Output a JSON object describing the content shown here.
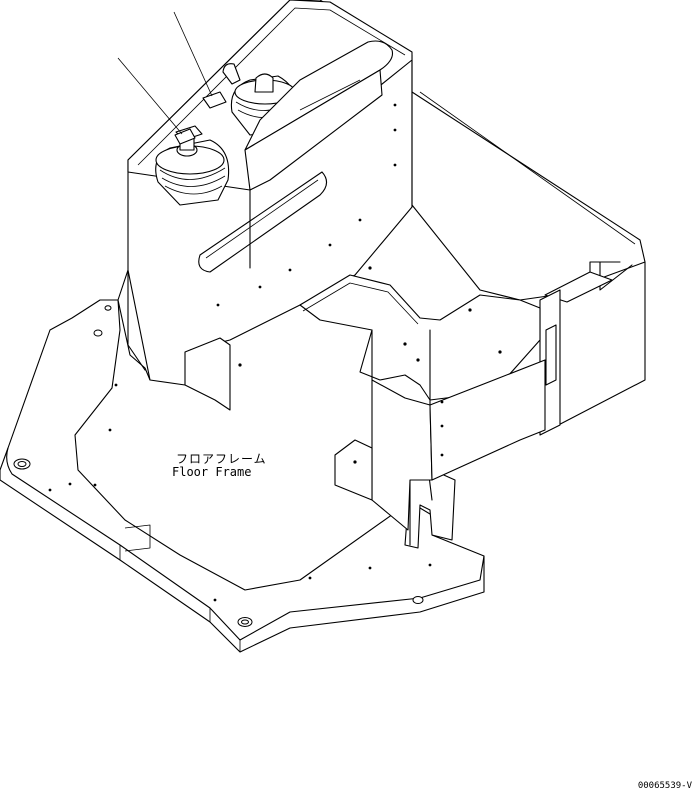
{
  "labels": {
    "floor_frame_jp": "フロアフレーム",
    "floor_frame_en": "Floor Frame"
  },
  "drawing_number": "00065539-V"
}
